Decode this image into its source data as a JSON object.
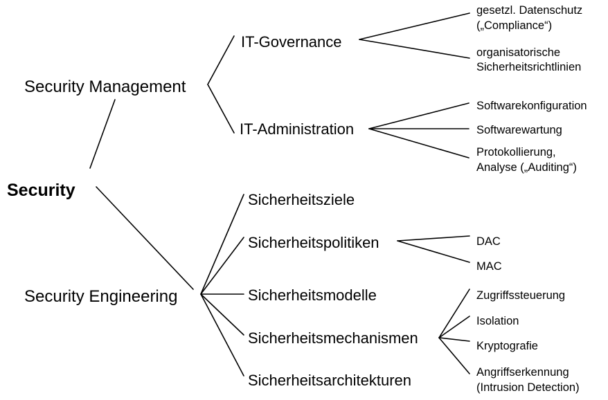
{
  "diagram": {
    "title": "Security taxonomy tree",
    "type": "tree",
    "orientation": "left-to-right",
    "background_color": "#ffffff",
    "line_color": "#000000",
    "text_color": "#000000",
    "root": {
      "id": "security",
      "label": "Security",
      "bold": true
    },
    "nodes": {
      "security_management": "Security Management",
      "security_engineering": "Security Engineering",
      "it_governance": "IT-Governance",
      "it_administration": "IT-Administration",
      "sicherheitsziele": "Sicherheitsziele",
      "sicherheitspolitiken": "Sicherheitspolitiken",
      "sicherheitsmodelle": "Sicherheitsmodelle",
      "sicherheitsmechanismen": "Sicherheitsmechanismen",
      "sicherheitsarchitekturen": "Sicherheitsarchitekturen",
      "gesetzl_datenschutz_l1": "gesetzl. Datenschutz",
      "gesetzl_datenschutz_l2": "(„Compliance“)",
      "organisatorische_l1": "organisatorische",
      "organisatorische_l2": "Sicherheitsrichtlinien",
      "softwarekonfiguration": "Softwarekonfiguration",
      "softwarewartung": "Softwarewartung",
      "protokollierung_l1": "Protokollierung,",
      "protokollierung_l2": "Analyse („Auditing“)",
      "dac": "DAC",
      "mac": "MAC",
      "zugriffssteuerung": "Zugriffssteuerung",
      "isolation": "Isolation",
      "kryptografie": "Kryptografie",
      "angriffserkennung_l1": "Angriffserkennung",
      "angriffserkennung_l2": "(Intrusion Detection)"
    },
    "edges": [
      {
        "from": "security",
        "to": "security_management"
      },
      {
        "from": "security",
        "to": "security_engineering"
      },
      {
        "from": "security_management",
        "to": "it_governance"
      },
      {
        "from": "security_management",
        "to": "it_administration"
      },
      {
        "from": "it_governance",
        "to": "gesetzl_datenschutz_l1"
      },
      {
        "from": "it_governance",
        "to": "organisatorische_l1"
      },
      {
        "from": "it_administration",
        "to": "softwarekonfiguration"
      },
      {
        "from": "it_administration",
        "to": "softwarewartung"
      },
      {
        "from": "it_administration",
        "to": "protokollierung_l1"
      },
      {
        "from": "security_engineering",
        "to": "sicherheitsziele"
      },
      {
        "from": "security_engineering",
        "to": "sicherheitspolitiken"
      },
      {
        "from": "security_engineering",
        "to": "sicherheitsmodelle"
      },
      {
        "from": "security_engineering",
        "to": "sicherheitsmechanismen"
      },
      {
        "from": "security_engineering",
        "to": "sicherheitsarchitekturen"
      },
      {
        "from": "sicherheitspolitiken",
        "to": "dac"
      },
      {
        "from": "sicherheitspolitiken",
        "to": "mac"
      },
      {
        "from": "sicherheitsmechanismen",
        "to": "zugriffssteuerung"
      },
      {
        "from": "sicherheitsmechanismen",
        "to": "isolation"
      },
      {
        "from": "sicherheitsmechanismen",
        "to": "kryptografie"
      },
      {
        "from": "sicherheitsmechanismen",
        "to": "angriffserkennung_l1"
      }
    ]
  }
}
